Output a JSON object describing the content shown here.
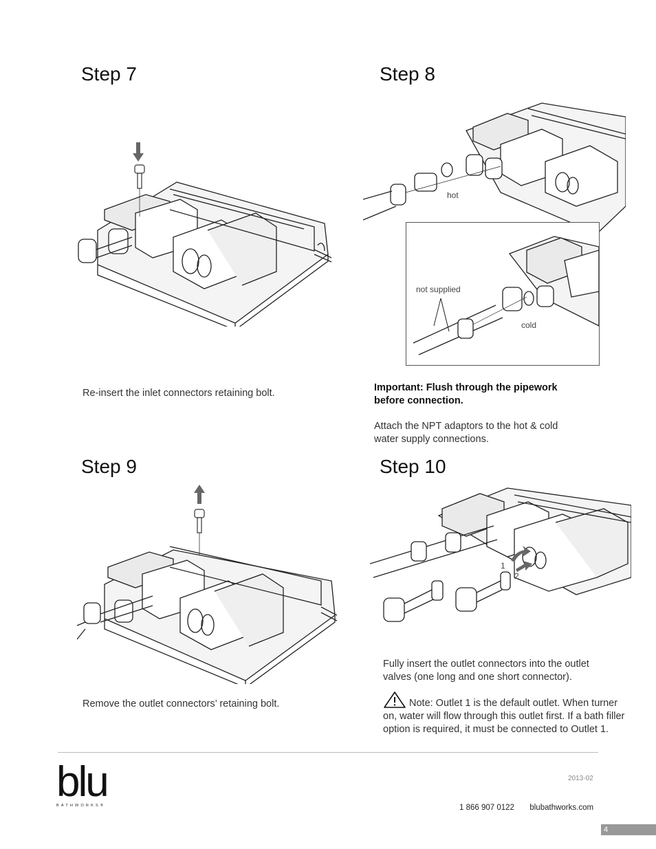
{
  "steps": {
    "step7": {
      "title": "Step 7",
      "text": "Re-insert the inlet connectors retaining bolt."
    },
    "step8": {
      "title": "Step 8",
      "important": "Important: Flush through the pipework before connection.",
      "text": "Attach the NPT adaptors to the hot & cold water supply connections.",
      "labels": {
        "hot": "hot",
        "not_supplied": "not supplied",
        "cold": "cold"
      }
    },
    "step9": {
      "title": "Step 9",
      "text": "Remove the outlet connectors’ retaining bolt."
    },
    "step10": {
      "title": "Step 10",
      "text": "Fully insert the outlet connectors into the outlet valves (one long and one short connector).",
      "note": "Note: Outlet 1 is the default outlet. When turner on, water will flow through this outlet first. If a bath filler option is required, it must be connected to Outlet 1.",
      "labels": {
        "outlet1": "1",
        "outlet2": "2"
      }
    }
  },
  "footer": {
    "brand": "blu",
    "brand_sub": "BATHWORKS®",
    "date": "2013-02",
    "phone": "1 866 907 0122",
    "website": "blubathworks.com",
    "page_number": "4"
  }
}
